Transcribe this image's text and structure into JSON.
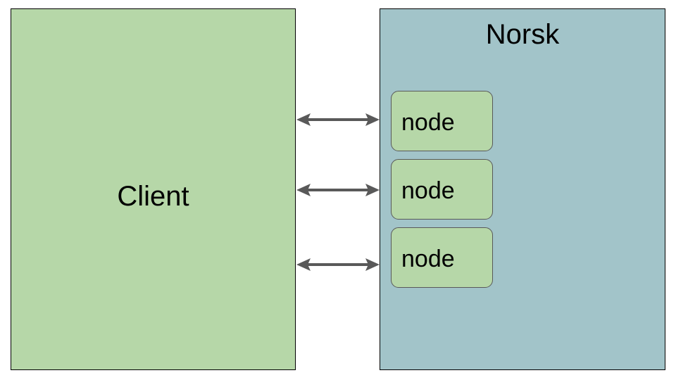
{
  "client": {
    "label": "Client",
    "color": "#b6d7a8"
  },
  "norsk": {
    "label": "Norsk",
    "color": "#a2c4c9"
  },
  "nodes": [
    {
      "label": "node"
    },
    {
      "label": "node"
    },
    {
      "label": "node"
    }
  ],
  "connections": [
    {
      "from": "Client",
      "to": "node",
      "direction": "bidirectional"
    },
    {
      "from": "Client",
      "to": "node",
      "direction": "bidirectional"
    },
    {
      "from": "Client",
      "to": "node",
      "direction": "bidirectional"
    }
  ],
  "arrow_color": "#595959"
}
